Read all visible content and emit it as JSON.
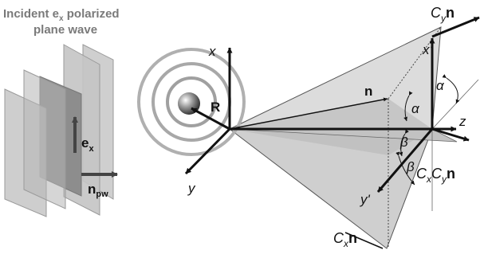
{
  "caption": {
    "line1_prefix": "Incident e",
    "line1_sub": "x",
    "line1_suffix": " polarized",
    "line2": "plane wave"
  },
  "labels": {
    "ex_main": "e",
    "ex_sub": "x",
    "npw_main": "n",
    "npw_sub": "pw",
    "axis_x": "x",
    "axis_y": "y",
    "axis_z": "z",
    "axis_x_prime": "x'",
    "axis_y_prime": "y'",
    "R": "R",
    "n": "n",
    "Cy": "C",
    "Cy_sub": "y",
    "Cy_n": "n",
    "Cx": "C",
    "Cx_sub": "x",
    "Cx_n": "n",
    "CxCy_c1": "C",
    "CxCy_s1": "x",
    "CxCy_c2": "C",
    "CxCy_s2": "y",
    "CxCy_n": "n",
    "alpha": "α",
    "beta": "β"
  },
  "colors": {
    "arrow": "#111111",
    "plane_fill": "#bdbdbd",
    "plane_inner": "#8d8d8d",
    "triangle_fill": "#d2d2d2",
    "triangle_dark": "#b5b5b5",
    "ring": "#a8a8a8",
    "caption": "#7a7a7a"
  }
}
